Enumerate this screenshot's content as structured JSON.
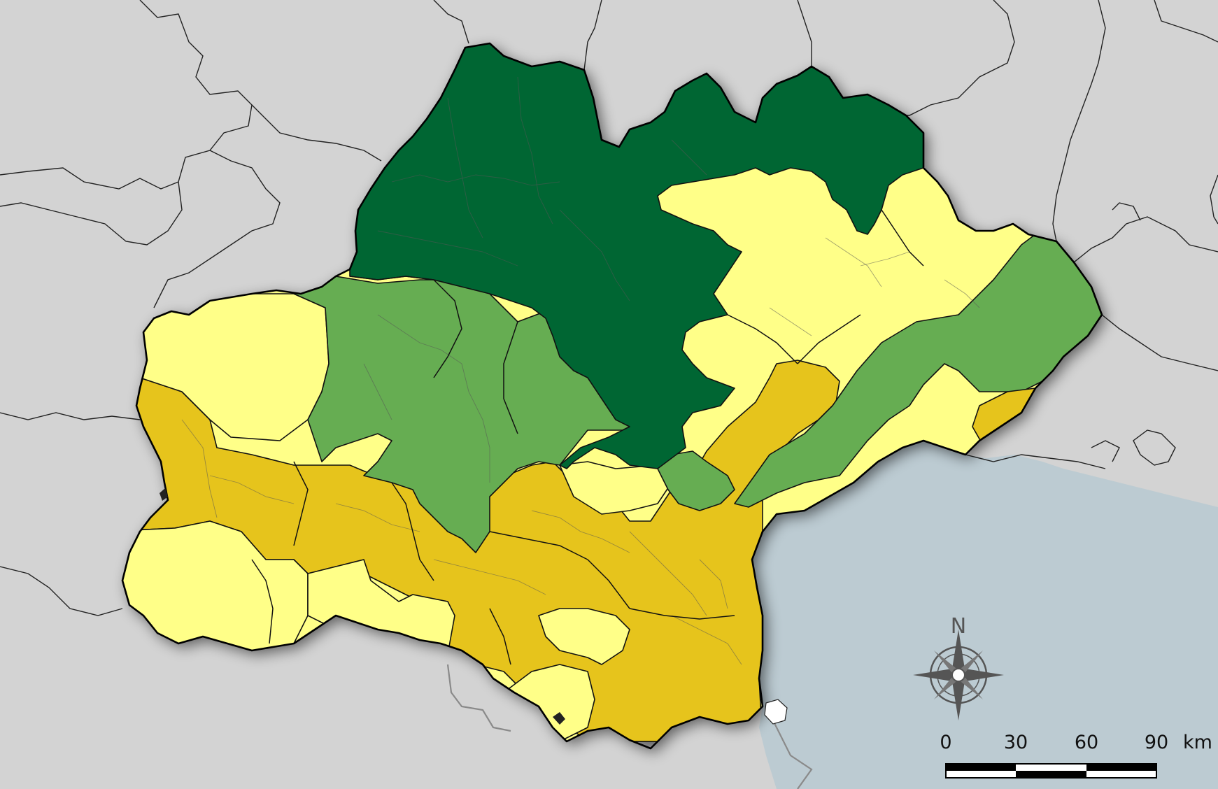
{
  "map": {
    "colors": {
      "background": "#d3d3d3",
      "sea": "#bccbd2",
      "class_1": "#006633",
      "class_2": "#66ad52",
      "class_3": "#ffff88",
      "class_4": "#e6c41c"
    },
    "compass": {
      "label": "N"
    },
    "scale": {
      "ticks": [
        "0",
        "30",
        "60",
        "90"
      ],
      "unit": "km"
    }
  }
}
